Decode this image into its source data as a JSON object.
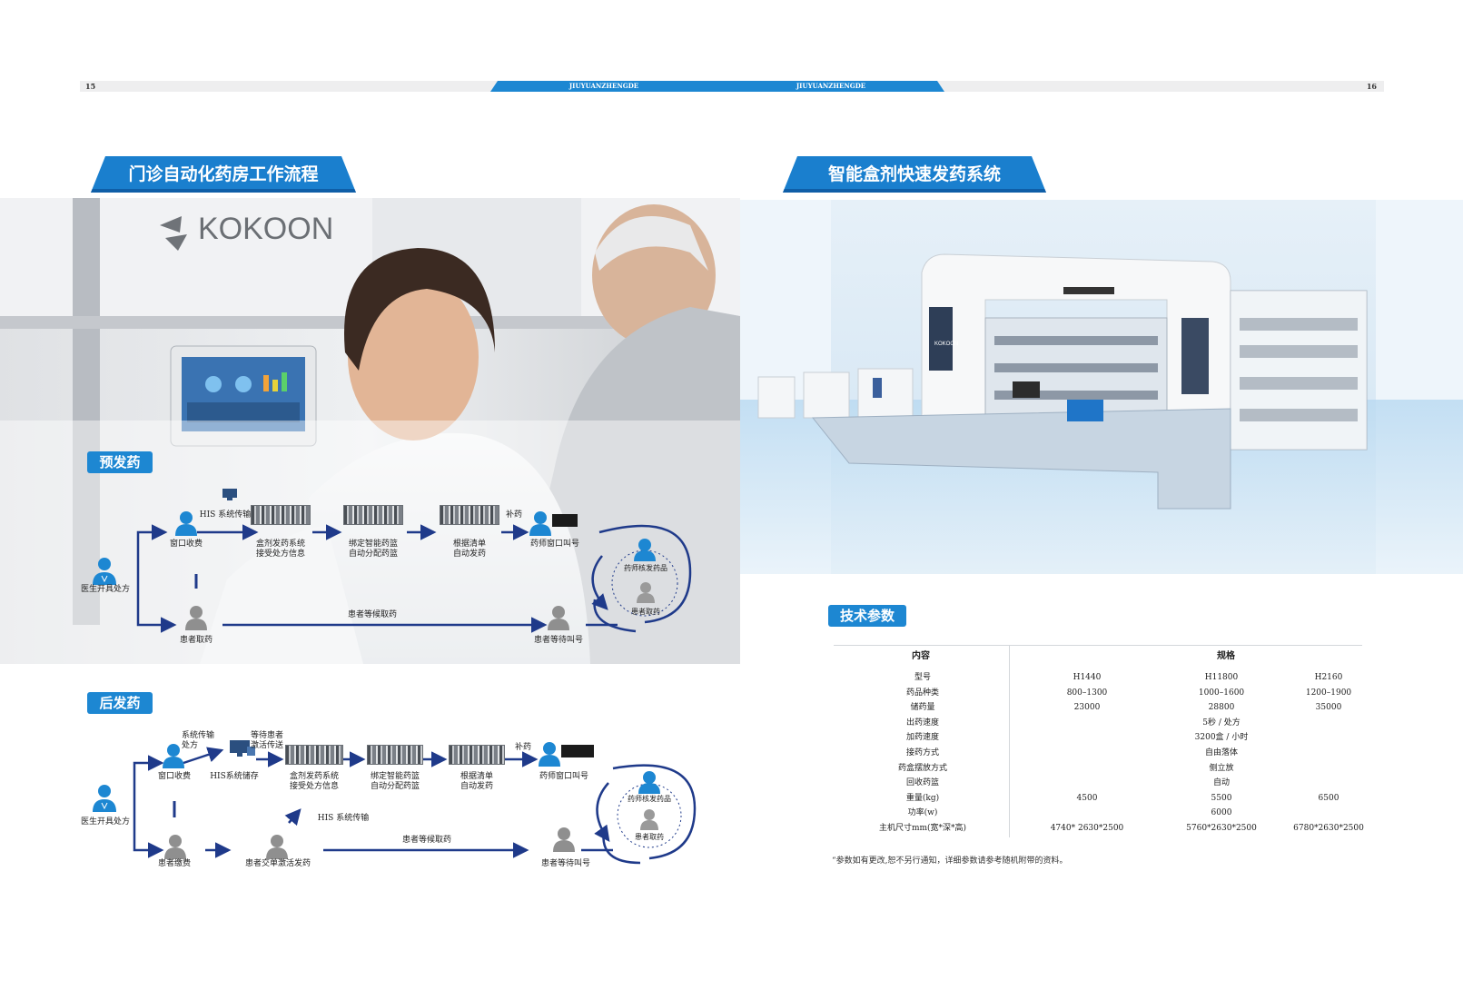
{
  "header": {
    "page_left": "15",
    "page_right": "16",
    "brand_left": "JIUYUANZHENGDE",
    "brand_right": "JIUYUANZHENGDE"
  },
  "left": {
    "section_title": "门诊自动化药房工作流程",
    "photo_logo": "KOKOON",
    "pre": {
      "tag": "预发药",
      "doctor": "医生开具处方",
      "window_fee": "窗口收费",
      "his_transfer": "HIS 系统传输",
      "step1_line1": "盒剂发药系统",
      "step1_line2": "接受处方信息",
      "step2_line1": "绑定智能药篮",
      "step2_line2": "自动分配药篮",
      "step3_line1": "根据清单",
      "step3_line2": "自动发药",
      "replenish": "补药",
      "pharm_window": "药师窗口叫号",
      "pharm_check": "药师核发药品",
      "patient_take": "患者取药",
      "patient_take_right": "患者取药",
      "waiting": "患者等候取药",
      "waiting_call": "患者等待叫号"
    },
    "post": {
      "tag": "后发药",
      "doctor": "医生开具处方",
      "window_fee": "窗口收费",
      "sys_line1": "系统传输",
      "sys_line2": "处方",
      "wait_line1": "等待患者",
      "wait_line2": "激活传送",
      "his_store": "HIS系统储存",
      "step1_line1": "盒剂发药系统",
      "step1_line2": "接受处方信息",
      "step2_line1": "绑定智能药篮",
      "step2_line2": "自动分配药篮",
      "step3_line1": "根据清单",
      "step3_line2": "自动发药",
      "replenish": "补药",
      "pharm_window": "药师窗口叫号",
      "pharm_check": "药师核发药品",
      "patient_take_right": "患者取药",
      "patient_pay": "患者缴费",
      "patient_activate": "患者交单激活发药",
      "his_transfer": "HIS 系统传输",
      "waiting": "患者等候取药",
      "waiting_call": "患者等待叫号"
    }
  },
  "right": {
    "section_title": "智能盒剂快速发药系统",
    "machine_logo": "KOKOON",
    "spec_tag": "技术参数",
    "table": {
      "col_content": "内容",
      "col_spec": "规格",
      "rows": [
        {
          "label": "型号",
          "h1": "H1440",
          "h2": "H11800",
          "h3": "H2160"
        },
        {
          "label": "药品种类",
          "h1": "800–1300",
          "h2": "1000–1600",
          "h3": "1200–1900"
        },
        {
          "label": "储药量",
          "h1": "23000",
          "h2": "28800",
          "h3": "35000"
        },
        {
          "label": "出药速度",
          "h1": "",
          "h2": "5秒 / 处方",
          "h3": ""
        },
        {
          "label": "加药速度",
          "h1": "",
          "h2": "3200盒 / 小时",
          "h3": ""
        },
        {
          "label": "接药方式",
          "h1": "",
          "h2": "自由落体",
          "h3": ""
        },
        {
          "label": "药盒摆放方式",
          "h1": "",
          "h2": "侧立放",
          "h3": ""
        },
        {
          "label": "回收药篮",
          "h1": "",
          "h2": "自动",
          "h3": ""
        },
        {
          "label": "重量(kg)",
          "h1": "4500",
          "h2": "5500",
          "h3": "6500"
        },
        {
          "label": "功率(w)",
          "h1": "",
          "h2": "6000",
          "h3": ""
        },
        {
          "label": "主机尺寸mm(宽*深*高)",
          "h1": "4740* 2630*2500",
          "h2": "5760*2630*2500",
          "h3": "6780*2630*2500"
        }
      ]
    },
    "note": "“参数如有更改,恕不另行通知，详细参数请参考随机附带的资料。"
  }
}
